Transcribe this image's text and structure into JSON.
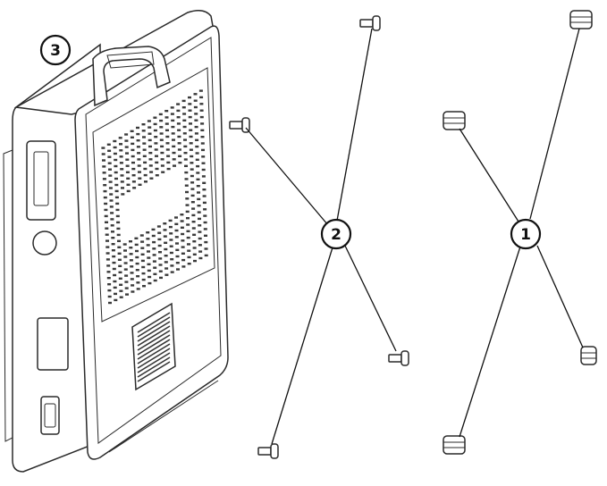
{
  "callouts": {
    "one": "1",
    "two": "2",
    "three": "3"
  },
  "colors": {
    "line": "#111111",
    "fill": "#ffffff",
    "vent": "#3a3a3a"
  },
  "parts": {
    "standoffs": {
      "callout": "1",
      "count": 4
    },
    "screws": {
      "callout": "2",
      "count": 4
    },
    "device": {
      "callout": "3",
      "count": 1
    }
  }
}
